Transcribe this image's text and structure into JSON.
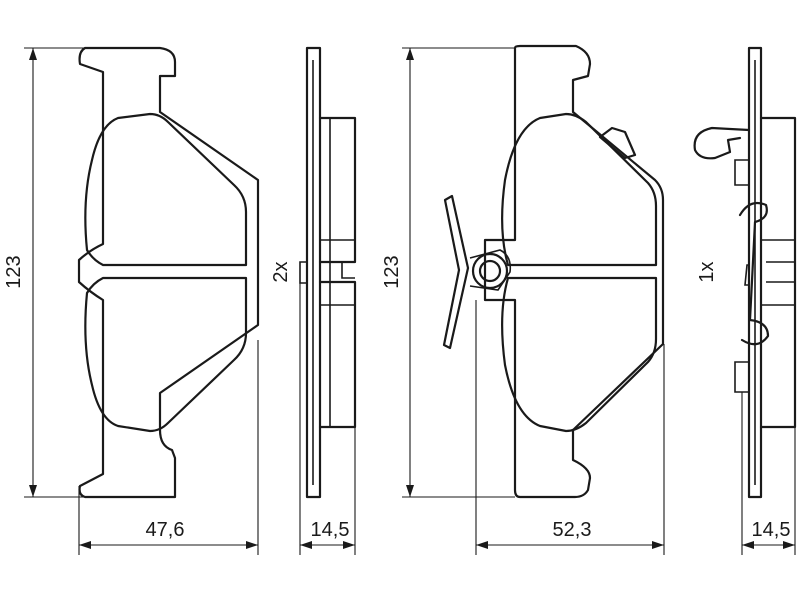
{
  "dimensions": {
    "pad1_height": "123",
    "pad1_width": "47,6",
    "pad1_thickness": "14,5",
    "pad1_quantity": "2x",
    "pad2_height": "123",
    "pad2_width": "52,3",
    "pad2_thickness": "14,5",
    "pad2_quantity": "1x"
  }
}
